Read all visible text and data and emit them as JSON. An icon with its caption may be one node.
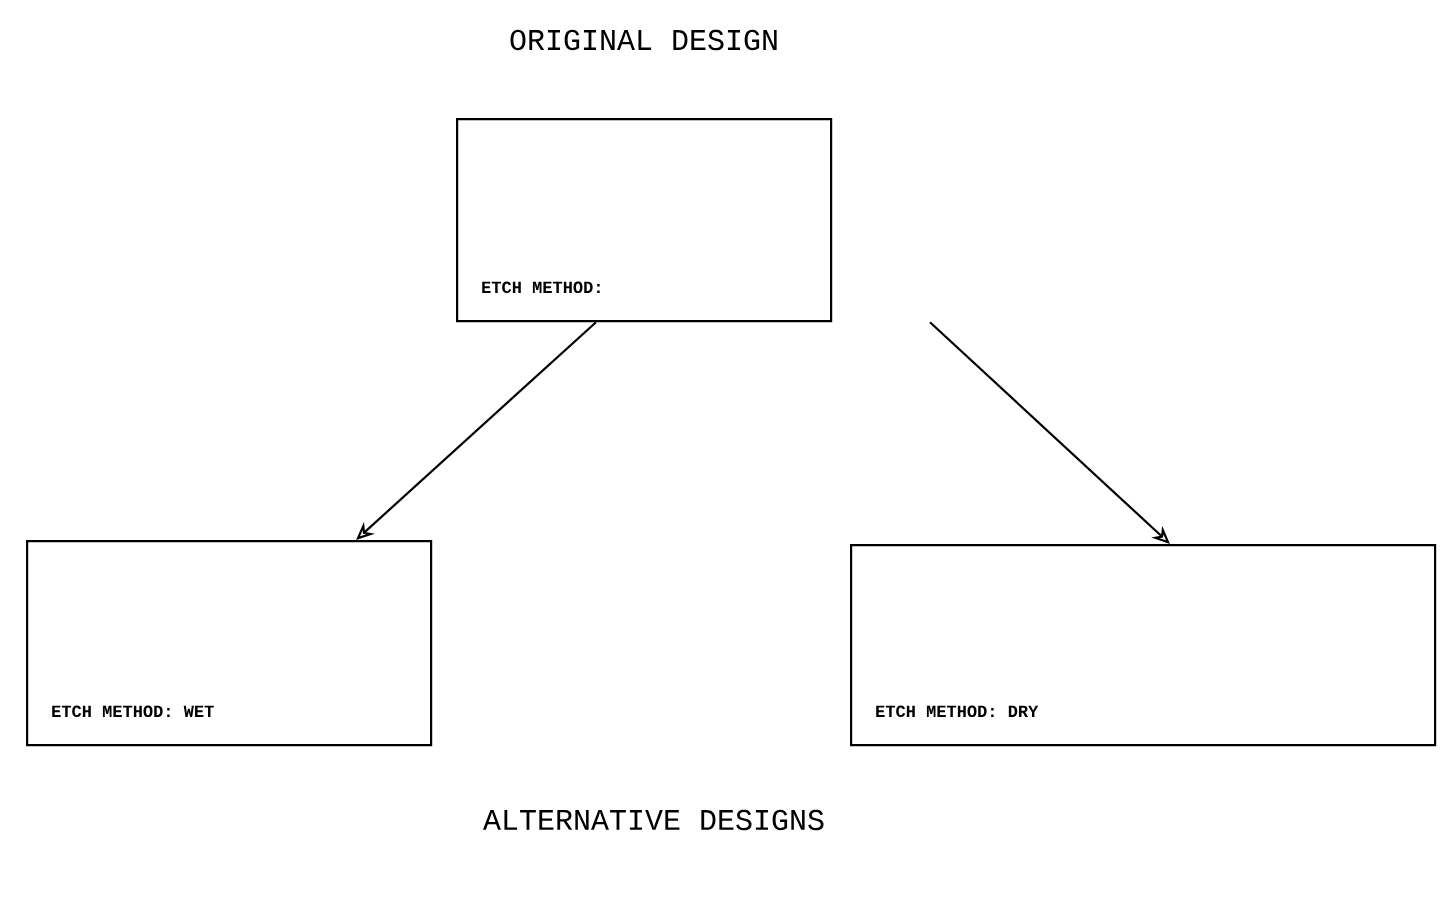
{
  "diagram": {
    "title": "ORIGINAL DESIGN",
    "nodes": [
      {
        "text": [
          "ETCH METHOD:"
        ]
      },
      {
        "text": [
          "ETCH METHOD: WET"
        ]
      },
      {
        "text": [
          "ETCH METHOD: DRY"
        ]
      }
    ],
    "edges": [
      {
        "from": 0,
        "to": 1,
        "arrow": "to"
      },
      {
        "from": 0,
        "to": 2,
        "arrow": "to"
      }
    ],
    "labels": [
      "ALTERNATIVE DESIGNS"
    ]
  }
}
